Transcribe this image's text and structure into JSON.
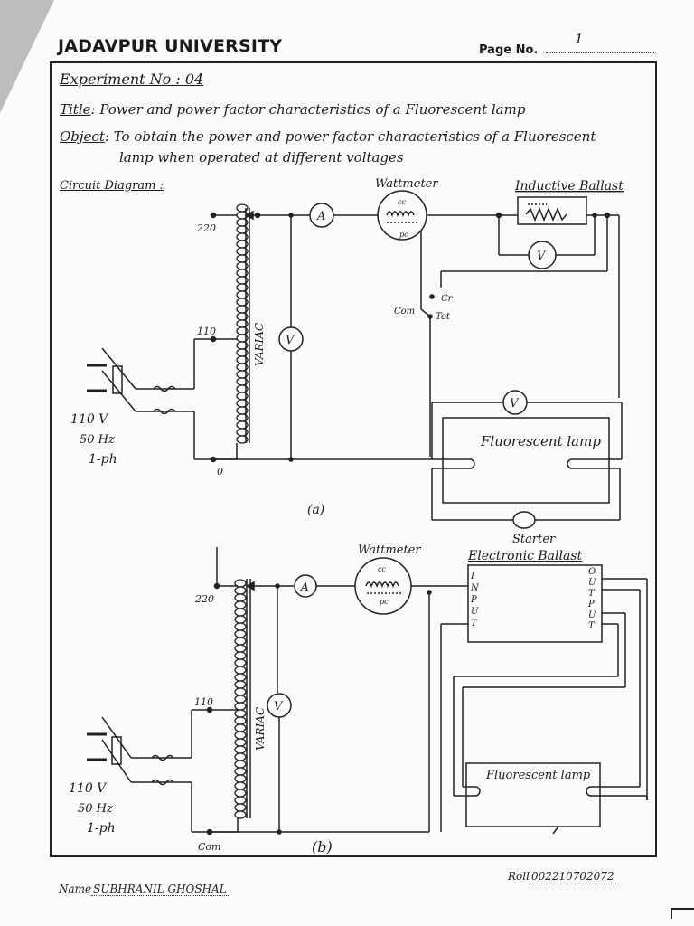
{
  "header": {
    "university": "JADAVPUR UNIVERSITY",
    "page_label": "Page No.",
    "page_number": "1"
  },
  "experiment": {
    "number_line": "Experiment No : 04",
    "title_label": "Title",
    "title_text": ": Power and power factor characteristics of a Fluorescent lamp",
    "object_label": "Object",
    "object_text_1": ": To obtain the power and power factor characteristics of a Fluorescent",
    "object_text_2": "lamp when operated at different voltages",
    "circuit_heading": "Circuit Diagram :"
  },
  "diagram_a": {
    "tap_220": "220",
    "tap_110": "110",
    "tap_0": "0",
    "variac": "VARIAC",
    "supply_1": "110 V",
    "supply_2": "50 Hz",
    "supply_3": "1-ph",
    "wattmeter": "Wattmeter",
    "cc": "cc",
    "pc": "pc",
    "ammeter": "A",
    "voltmeter": "V",
    "inductive_ballast": "Inductive Ballast",
    "switch_com": "Com",
    "switch_cr": "Cr",
    "switch_tot": "Tot",
    "lamp": "Fluorescent lamp",
    "starter": "Starter",
    "caption": "(a)"
  },
  "diagram_b": {
    "tap_220": "220",
    "tap_110": "110",
    "tap_com": "Com",
    "variac": "VARIAC",
    "supply_1": "110 V",
    "supply_2": "50 Hz",
    "supply_3": "1-ph",
    "wattmeter": "Wattmeter",
    "cc": "cc",
    "pc": "pc",
    "ammeter": "A",
    "voltmeter": "V",
    "electronic_ballast": "Electronic Ballast",
    "input_letters": "INPUT",
    "output_letters": "OUTPUT",
    "lamp": "Fluorescent lamp",
    "caption": "(b)"
  },
  "footer": {
    "name_label": "Name",
    "name_value": "SUBHRANIL GHOSHAL",
    "roll_label": "Roll",
    "roll_value": "002210702072"
  }
}
